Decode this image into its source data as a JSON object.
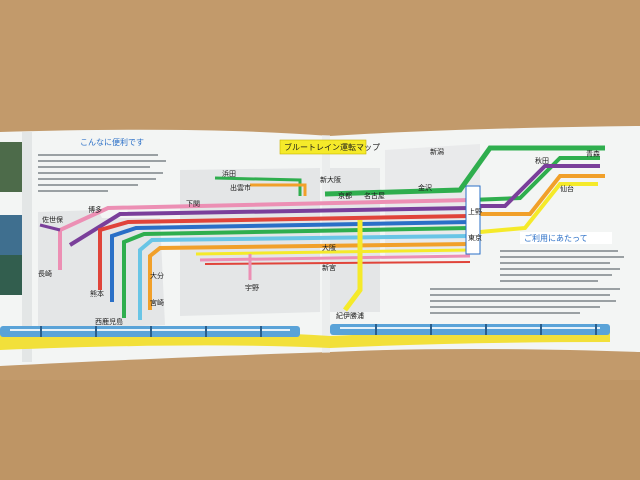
{
  "colors": {
    "cardboard": "#c29a6b",
    "paper": "#f3f5f4",
    "map_grey": "#e4e6e7",
    "title_yellow": "#f5ea2a",
    "strip_yellow": "#f2e03a",
    "train_blue": "#5aa3d8",
    "green": "#2fae4e",
    "purple": "#7a3f9a",
    "red": "#e0443a",
    "orange": "#f1a02a",
    "pink": "#ec8fb4",
    "blue": "#2a6fc7",
    "cyan": "#69c5e6"
  },
  "left_panel": {
    "heading": "こんなに便利です"
  },
  "map": {
    "title": "ブルートレイン運転マップ",
    "stations": {
      "aomori": "青森",
      "akita": "秋田",
      "sendai": "仙台",
      "niigata": "新潟",
      "ueno": "上野",
      "tokyo": "東京",
      "kanazawa": "金沢",
      "nagoya": "名古屋",
      "kyoto": "京都",
      "shin_osaka": "新大阪",
      "osaka": "大阪",
      "hamada": "浜田",
      "izumoshi": "出雲市",
      "shimonoseki": "下関",
      "hakata": "博多",
      "sasebo": "佐世保",
      "nagasaki": "長崎",
      "kumamoto": "熊本",
      "oita": "大分",
      "miyazaki": "宮崎",
      "nishikagoshima": "西鹿児島",
      "uno": "宇野",
      "shingu": "新宮",
      "kiisakatsura": "紀伊勝浦"
    }
  },
  "right_panel": {
    "heading": "ご利用にあたって"
  }
}
